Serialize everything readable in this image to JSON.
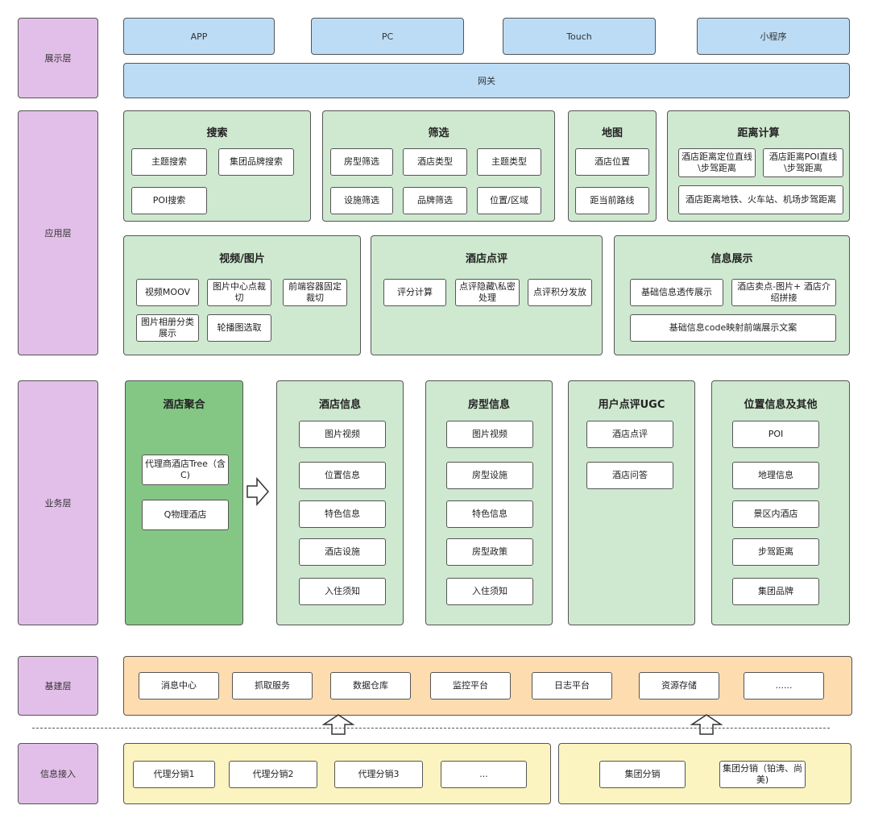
{
  "layers": {
    "display": "展示层",
    "application": "应用层",
    "business": "业务层",
    "infra": "基建层",
    "ingest": "信息接入"
  },
  "display": {
    "clients": [
      "APP",
      "PC",
      "Touch",
      "小程序"
    ],
    "gateway": "网关"
  },
  "app": {
    "search": {
      "title": "搜索",
      "items": [
        "主题搜索",
        "集团品牌搜索",
        "POI搜索"
      ]
    },
    "filter": {
      "title": "筛选",
      "items": [
        "房型筛选",
        "酒店类型",
        "主题类型",
        "设施筛选",
        "品牌筛选",
        "位置/区域"
      ]
    },
    "map": {
      "title": "地图",
      "items": [
        "酒店位置",
        "距当前路线"
      ]
    },
    "distance": {
      "title": "距离计算",
      "items": [
        "酒店距离定位直线\\步驾距离",
        "酒店距离POI直线\\步驾距离",
        "酒店距离地铁、火车站、机场步驾距离"
      ]
    },
    "media": {
      "title": "视频/图片",
      "items": [
        "视频MOOV",
        "图片中心点裁切",
        "前端容器固定裁切",
        "图片相册分类展示",
        "轮播图选取"
      ]
    },
    "review": {
      "title": "酒店点评",
      "items": [
        "评分计算",
        "点评隐藏\\私密处理",
        "点评积分发放"
      ]
    },
    "info": {
      "title": "信息展示",
      "items": [
        "基础信息透传展示",
        "酒店卖点-图片+ 酒店介绍拼接",
        "基础信息code映射前端展示文案"
      ]
    }
  },
  "biz": {
    "aggregate": {
      "title": "酒店聚合",
      "items": [
        "代理商酒店Tree（含C)",
        "Q物理酒店"
      ]
    },
    "hotel": {
      "title": "酒店信息",
      "items": [
        "图片视频",
        "位置信息",
        "特色信息",
        "酒店设施",
        "入住须知"
      ]
    },
    "room": {
      "title": "房型信息",
      "items": [
        "图片视频",
        "房型设施",
        "特色信息",
        "房型政策",
        "入住须知"
      ]
    },
    "ugc": {
      "title": "用户点评UGC",
      "items": [
        "酒店点评",
        "酒店问答"
      ]
    },
    "location": {
      "title": "位置信息及其他",
      "items": [
        "POI",
        "地理信息",
        "景区内酒店",
        "步驾距离",
        "集团品牌"
      ]
    }
  },
  "infra": {
    "items": [
      "消息中心",
      "抓取服务",
      "数据仓库",
      "监控平台",
      "日志平台",
      "资源存储",
      "......"
    ]
  },
  "ingest": {
    "agents": [
      "代理分销1",
      "代理分销2",
      "代理分销3",
      "..."
    ],
    "groups": [
      "集团分销",
      "集团分销（铂涛、尚美)"
    ]
  },
  "colors": {
    "layer": "#e2bfe8",
    "blue": "#bcdcf6",
    "green": "#cfe9d0",
    "dark_green": "#84c784",
    "orange": "#fddcb0",
    "yellow": "#fbf4c0"
  }
}
